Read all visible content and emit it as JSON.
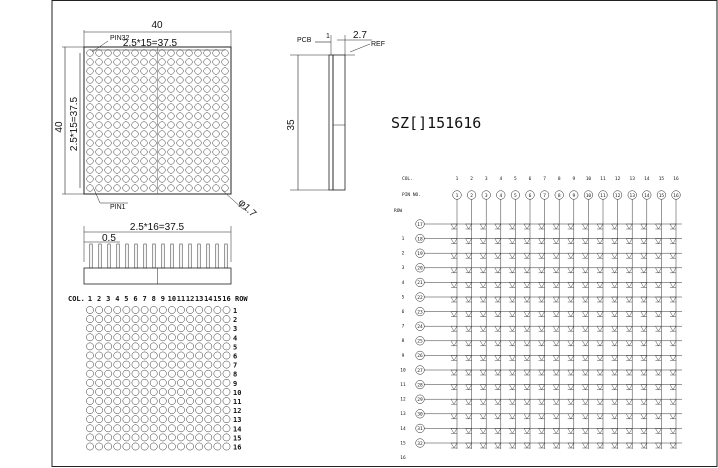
{
  "model_name": "SZ[]151616",
  "top_view": {
    "width_label": "40",
    "height_label": "40",
    "pitch_h_label": "2.5*15=37.5",
    "pitch_v_label": "2.5*15=37.5",
    "pin32_label": "PIN32",
    "pin1_label": "PIN1",
    "dot_dia_label": "φ1.7"
  },
  "side_view": {
    "pcb_label": "PCB",
    "ref_label": "REF",
    "thickness_label": "1",
    "depth_label": "2.7",
    "height_label": "35"
  },
  "pin_view": {
    "pitch_label": "2.5*16=37.5",
    "pin_label": "0.5"
  },
  "dot_grid": {
    "col_header": "COL.",
    "row_header": "ROW",
    "cols": [
      "1",
      "2",
      "3",
      "4",
      "5",
      "6",
      "7",
      "8",
      "9",
      "10",
      "11",
      "12",
      "13",
      "14",
      "15",
      "16"
    ],
    "rows": [
      "1",
      "2",
      "3",
      "4",
      "5",
      "6",
      "7",
      "8",
      "9",
      "10",
      "11",
      "12",
      "13",
      "14",
      "15",
      "16"
    ]
  },
  "schematic": {
    "col_label": "COL.",
    "pin_no_label": "PIN NO.",
    "row_label": "ROW",
    "cols": [
      "1",
      "2",
      "3",
      "4",
      "5",
      "6",
      "7",
      "8",
      "9",
      "10",
      "11",
      "12",
      "13",
      "14",
      "15",
      "16"
    ],
    "col_pins": [
      "1",
      "2",
      "3",
      "4",
      "5",
      "6",
      "7",
      "8",
      "9",
      "10",
      "11",
      "12",
      "13",
      "14",
      "15",
      "16"
    ],
    "rows": [
      "1",
      "2",
      "3",
      "4",
      "5",
      "6",
      "7",
      "8",
      "9",
      "10",
      "11",
      "12",
      "13",
      "14",
      "15",
      "16"
    ],
    "row_pins": [
      "17",
      "18",
      "19",
      "20",
      "21",
      "22",
      "23",
      "24",
      "25",
      "26",
      "27",
      "28",
      "29",
      "30",
      "31",
      "32"
    ]
  }
}
